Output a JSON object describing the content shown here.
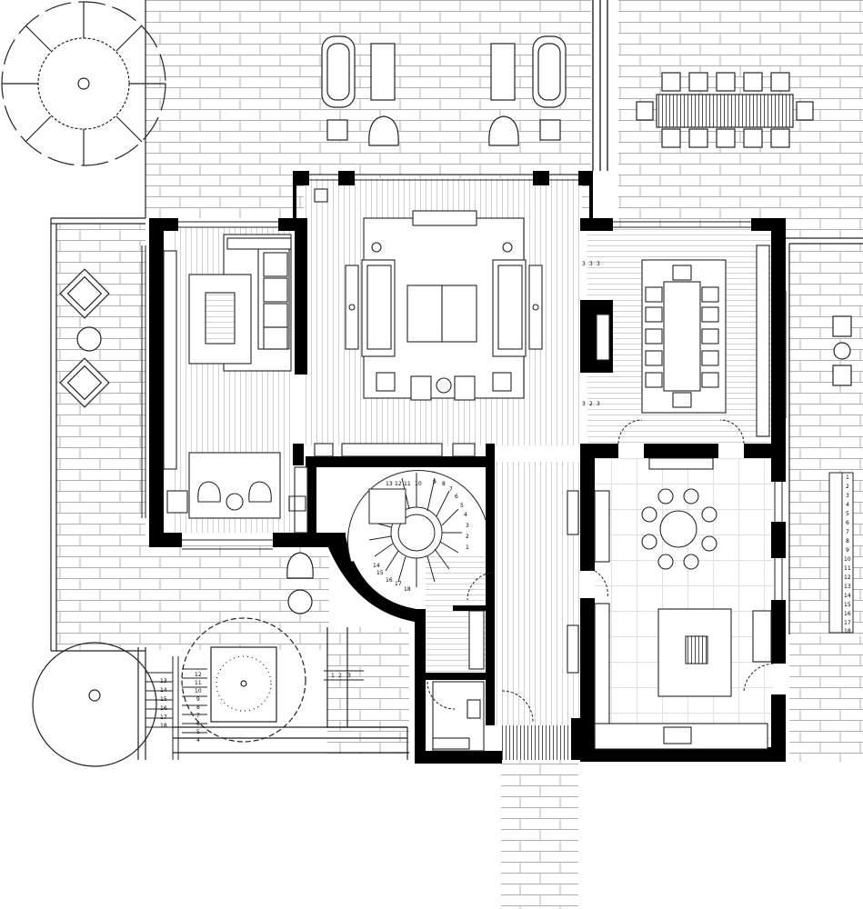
{
  "colors": {
    "background": "#ffffff",
    "wall": "#000000",
    "line": "#222222",
    "tile_line": "#b4b4b4",
    "wood_line": "#c8c8c8"
  },
  "spiral_stair": {
    "steps": [
      "1",
      "2",
      "3",
      "4",
      "5",
      "6",
      "7",
      "8",
      "9",
      "10",
      "11",
      "12",
      "13",
      "14",
      "15",
      "16",
      "17",
      "18"
    ]
  },
  "garden_stair_left": {
    "steps": [
      "13",
      "14",
      "15",
      "16",
      "17",
      "18"
    ]
  },
  "garden_stair_right": {
    "steps": [
      "12",
      "11",
      "10",
      "9",
      "8",
      "7",
      "6",
      "5",
      "4"
    ]
  },
  "garden_stair_top": {
    "steps": [
      "1",
      "2",
      "3"
    ]
  },
  "terrace_stair_right": {
    "steps": [
      "1",
      "2",
      "3",
      "4",
      "5",
      "6",
      "7",
      "8",
      "9",
      "10",
      "11",
      "12",
      "13",
      "14",
      "15",
      "16",
      "17",
      "18"
    ]
  },
  "door_marks": {
    "east_top": [
      "3",
      "3",
      "3"
    ],
    "east_bottom": [
      "3",
      "2",
      "3"
    ]
  }
}
